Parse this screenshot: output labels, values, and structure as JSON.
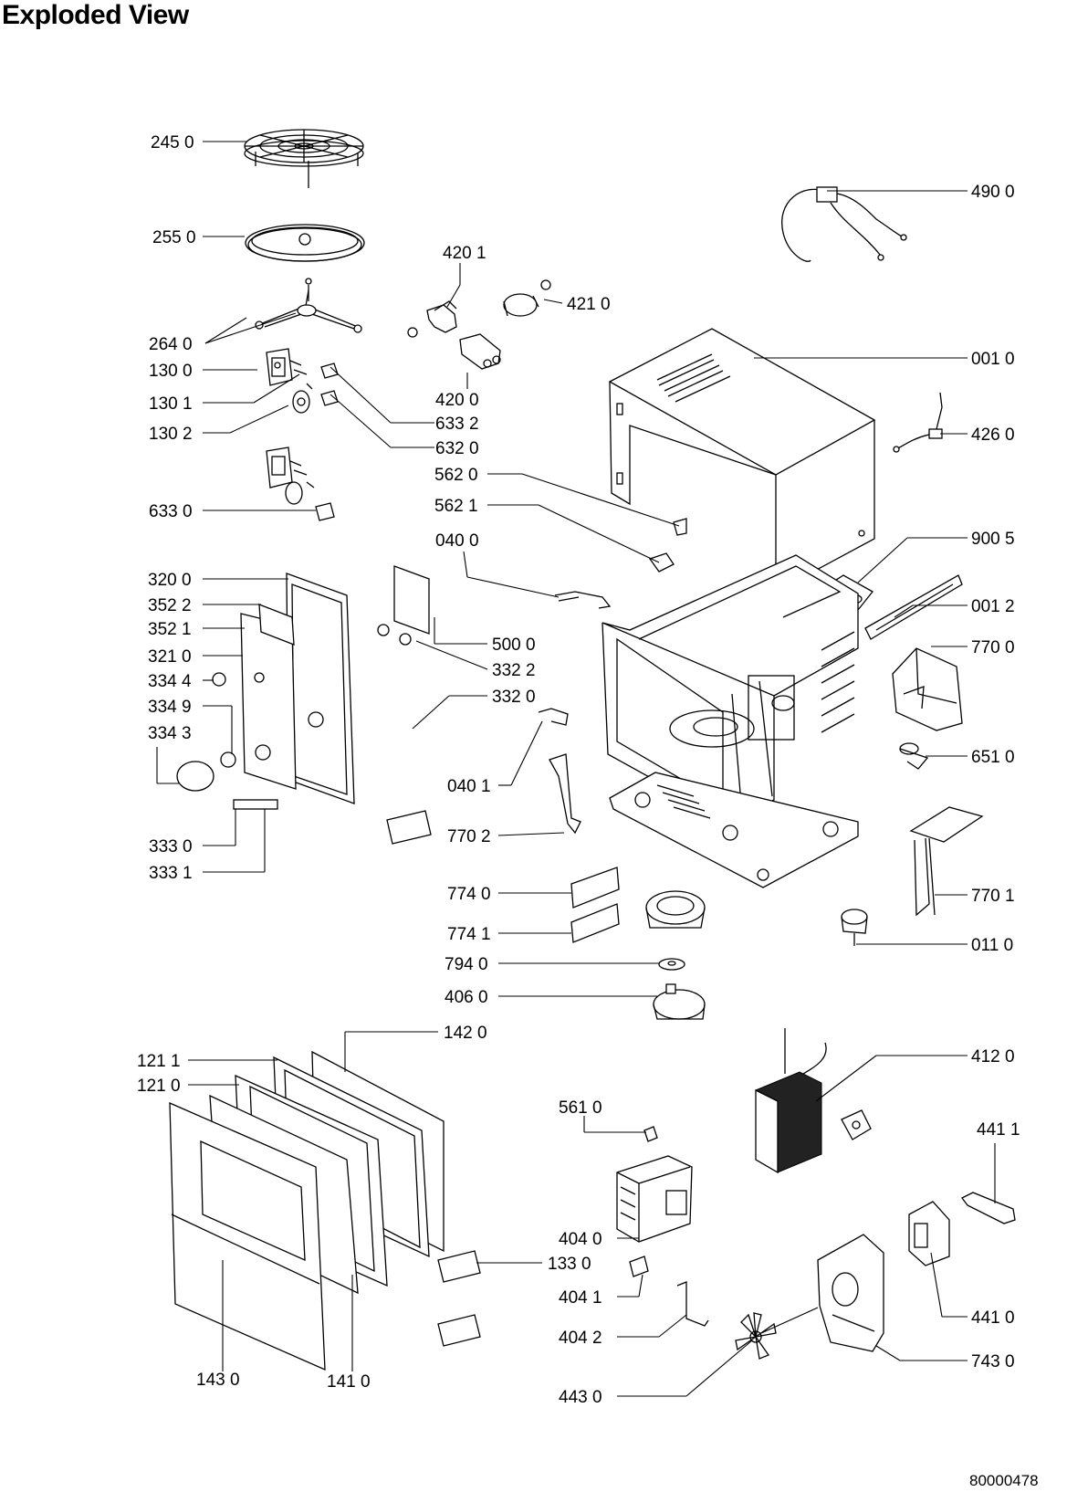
{
  "title": "Exploded View",
  "doc_number": "80000478",
  "parts": [
    {
      "key": "p245_0",
      "label": "245 0"
    },
    {
      "key": "p255_0",
      "label": "255 0"
    },
    {
      "key": "p264_0",
      "label": "264 0"
    },
    {
      "key": "p130_0",
      "label": "130 0"
    },
    {
      "key": "p130_1",
      "label": "130 1"
    },
    {
      "key": "p130_2",
      "label": "130 2"
    },
    {
      "key": "p633_0",
      "label": "633 0"
    },
    {
      "key": "p420_1",
      "label": "420 1"
    },
    {
      "key": "p421_0",
      "label": "421 0"
    },
    {
      "key": "p420_0",
      "label": "420 0"
    },
    {
      "key": "p633_2",
      "label": "633 2"
    },
    {
      "key": "p632_0",
      "label": "632 0"
    },
    {
      "key": "p562_0",
      "label": "562 0"
    },
    {
      "key": "p562_1",
      "label": "562 1"
    },
    {
      "key": "p040_0",
      "label": "040 0"
    },
    {
      "key": "p490_0",
      "label": "490 0"
    },
    {
      "key": "p001_0",
      "label": "001 0"
    },
    {
      "key": "p426_0",
      "label": "426 0"
    },
    {
      "key": "p900_5",
      "label": "900 5"
    },
    {
      "key": "p001_2",
      "label": "001 2"
    },
    {
      "key": "p770_0",
      "label": "770 0"
    },
    {
      "key": "p651_0",
      "label": "651 0"
    },
    {
      "key": "p320_0",
      "label": "320 0"
    },
    {
      "key": "p352_2",
      "label": "352 2"
    },
    {
      "key": "p352_1",
      "label": "352 1"
    },
    {
      "key": "p321_0",
      "label": "321 0"
    },
    {
      "key": "p334_4",
      "label": "334 4"
    },
    {
      "key": "p334_9",
      "label": "334 9"
    },
    {
      "key": "p334_3",
      "label": "334 3"
    },
    {
      "key": "p500_0",
      "label": "500 0"
    },
    {
      "key": "p332_2",
      "label": "332 2"
    },
    {
      "key": "p332_0",
      "label": "332 0"
    },
    {
      "key": "p040_1",
      "label": "040 1"
    },
    {
      "key": "p770_2",
      "label": "770 2"
    },
    {
      "key": "p333_0",
      "label": "333 0"
    },
    {
      "key": "p333_1",
      "label": "333 1"
    },
    {
      "key": "p774_0",
      "label": "774 0"
    },
    {
      "key": "p774_1",
      "label": "774 1"
    },
    {
      "key": "p794_0",
      "label": "794 0"
    },
    {
      "key": "p406_0",
      "label": "406 0"
    },
    {
      "key": "p770_1",
      "label": "770 1"
    },
    {
      "key": "p011_0",
      "label": "011 0"
    },
    {
      "key": "p142_0",
      "label": "142 0"
    },
    {
      "key": "p121_1",
      "label": "121 1"
    },
    {
      "key": "p121_0",
      "label": "121 0"
    },
    {
      "key": "p412_0",
      "label": "412 0"
    },
    {
      "key": "p561_0",
      "label": "561 0"
    },
    {
      "key": "p441_1",
      "label": "441 1"
    },
    {
      "key": "p404_0",
      "label": "404 0"
    },
    {
      "key": "p133_0",
      "label": "133 0"
    },
    {
      "key": "p404_1",
      "label": "404 1"
    },
    {
      "key": "p441_0",
      "label": "441 0"
    },
    {
      "key": "p404_2",
      "label": "404 2"
    },
    {
      "key": "p743_0",
      "label": "743 0"
    },
    {
      "key": "p143_0",
      "label": "143 0"
    },
    {
      "key": "p141_0",
      "label": "141 0"
    },
    {
      "key": "p443_0",
      "label": "443 0"
    }
  ]
}
